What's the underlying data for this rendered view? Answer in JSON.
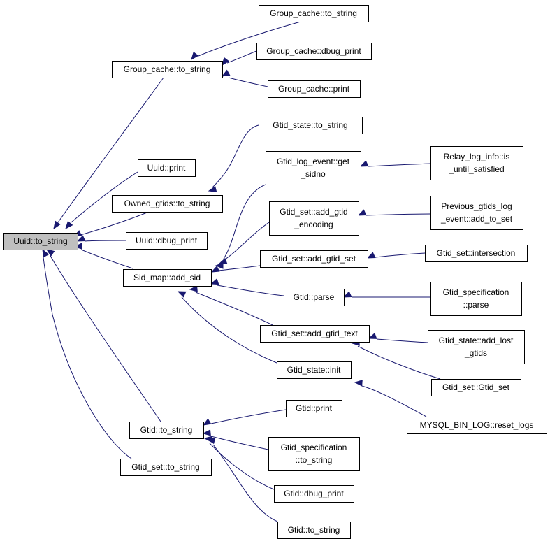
{
  "graph": {
    "colors": {
      "edge": "#191970",
      "root_fill": "#bfbfbf",
      "node_fill": "#ffffff",
      "node_stroke": "#000000"
    },
    "nodes": [
      {
        "id": "n0",
        "lines": [
          "Uuid::to_string"
        ]
      },
      {
        "id": "n1",
        "lines": [
          "Group_cache::to_string"
        ]
      },
      {
        "id": "n2",
        "lines": [
          "Group_cache::to_string"
        ]
      },
      {
        "id": "n3",
        "lines": [
          "Group_cache::dbug_print"
        ]
      },
      {
        "id": "n4",
        "lines": [
          "Group_cache::print"
        ]
      },
      {
        "id": "n5",
        "lines": [
          "Uuid::print"
        ]
      },
      {
        "id": "n6",
        "lines": [
          "Owned_gtids::to_string"
        ]
      },
      {
        "id": "n7",
        "lines": [
          "Gtid_state::to_string"
        ]
      },
      {
        "id": "n8",
        "lines": [
          "Uuid::dbug_print"
        ]
      },
      {
        "id": "n9",
        "lines": [
          "Sid_map::add_sid"
        ]
      },
      {
        "id": "n10",
        "lines": [
          "Gtid_log_event::get",
          "_sidno"
        ]
      },
      {
        "id": "n11",
        "lines": [
          "Relay_log_info::is",
          "_until_satisfied"
        ]
      },
      {
        "id": "n12",
        "lines": [
          "Gtid_set::add_gtid",
          "_encoding"
        ]
      },
      {
        "id": "n13",
        "lines": [
          "Previous_gtids_log",
          "_event::add_to_set"
        ]
      },
      {
        "id": "n14",
        "lines": [
          "Gtid_set::add_gtid_set"
        ]
      },
      {
        "id": "n15",
        "lines": [
          "Gtid_set::intersection"
        ]
      },
      {
        "id": "n16",
        "lines": [
          "Gtid::parse"
        ]
      },
      {
        "id": "n17",
        "lines": [
          "Gtid_specification",
          "::parse"
        ]
      },
      {
        "id": "n18",
        "lines": [
          "Gtid_set::add_gtid_text"
        ]
      },
      {
        "id": "n19",
        "lines": [
          "Gtid_state::add_lost",
          "_gtids"
        ]
      },
      {
        "id": "n20",
        "lines": [
          "Gtid_set::Gtid_set"
        ]
      },
      {
        "id": "n21",
        "lines": [
          "Gtid_state::init"
        ]
      },
      {
        "id": "n22",
        "lines": [
          "MYSQL_BIN_LOG::reset_logs"
        ]
      },
      {
        "id": "n23",
        "lines": [
          "Gtid::to_string"
        ]
      },
      {
        "id": "n24",
        "lines": [
          "Gtid::print"
        ]
      },
      {
        "id": "n25",
        "lines": [
          "Gtid_specification",
          "::to_string"
        ]
      },
      {
        "id": "n26",
        "lines": [
          "Gtid::dbug_print"
        ]
      },
      {
        "id": "n27",
        "lines": [
          "Gtid::to_string"
        ]
      },
      {
        "id": "n28",
        "lines": [
          "Gtid_set::to_string"
        ]
      }
    ]
  }
}
